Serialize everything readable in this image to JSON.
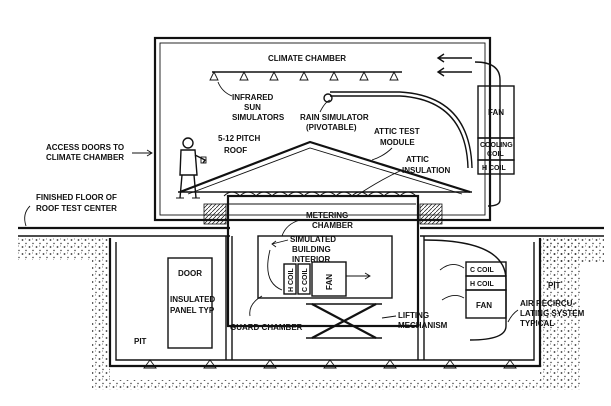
{
  "labels": {
    "climate_chamber": "CLIMATE CHAMBER",
    "infrared_line1": "INFRARED",
    "infrared_line2": "SUN",
    "infrared_line3": "SIMULATORS",
    "rain_line1": "RAIN SIMULATOR",
    "rain_line2": "(PIVOTABLE)",
    "pitch_line1": "5-12 PITCH",
    "pitch_line2": "ROOF",
    "attic_module_line1": "ATTIC TEST",
    "attic_module_line2": "MODULE",
    "attic_insul_line1": "ATTIC",
    "attic_insul_line2": "INSULATION",
    "access_line1": "ACCESS DOORS TO",
    "access_line2": "CLIMATE CHAMBER",
    "floor_line1": "FINISHED FLOOR OF",
    "floor_line2": "ROOF TEST CENTER",
    "metering_line1": "METERING",
    "metering_line2": "CHAMBER",
    "simbuild_line1": "SIMULATED",
    "simbuild_line2": "BUILDING",
    "simbuild_line3": "INTERIOR",
    "fan_top": "FAN",
    "cooling_line1": "COOLING",
    "cooling_line2": "COIL",
    "h_coil_top": "H COIL",
    "door": "DOOR",
    "insulated_line1": "INSULATED",
    "insulated_line2": "PANEL TYP",
    "pit_left": "PIT",
    "pit_right": "PIT",
    "guard_chamber": "GUARD CHAMBER",
    "lifting_line1": "LIFTING",
    "lifting_line2": "MECHANISM",
    "c_coil": "C COIL",
    "h_coil_bottom": "H COIL",
    "fan_bottom": "FAN",
    "fan_inner": "FAN",
    "h_coil_inner": "H COIL",
    "c_coil_inner": "C COIL",
    "air_line1": "AIR RECIRCU-",
    "air_line2": "LATING SYSTEM",
    "air_line3": "TYPICAL"
  },
  "colors": {
    "ink": "#111111",
    "paper": "#ffffff"
  }
}
